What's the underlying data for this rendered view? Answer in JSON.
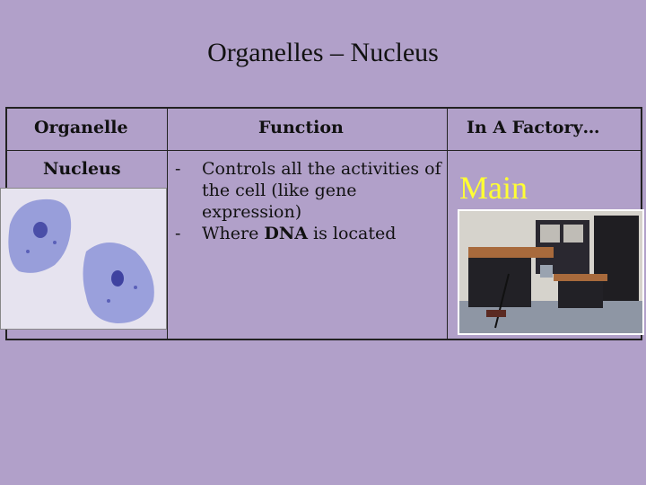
{
  "slide": {
    "title": "Organelles – Nucleus"
  },
  "table": {
    "headers": [
      "Organelle",
      "Function",
      "In A Factory…"
    ],
    "row": {
      "organelle": "Nucleus",
      "functions": [
        {
          "dash": "-",
          "text": "Controls all the activities of the cell (like gene expression)"
        },
        {
          "dash": "-",
          "text_before": "Where ",
          "bold": "DNA",
          "text_after": " is located"
        }
      ],
      "factory": "Main"
    }
  },
  "colors": {
    "background": "#b1a0c9",
    "factory_text": "#ffff33"
  },
  "images": {
    "cells": "nucleus-micrograph",
    "office": "office-desk-photo"
  }
}
